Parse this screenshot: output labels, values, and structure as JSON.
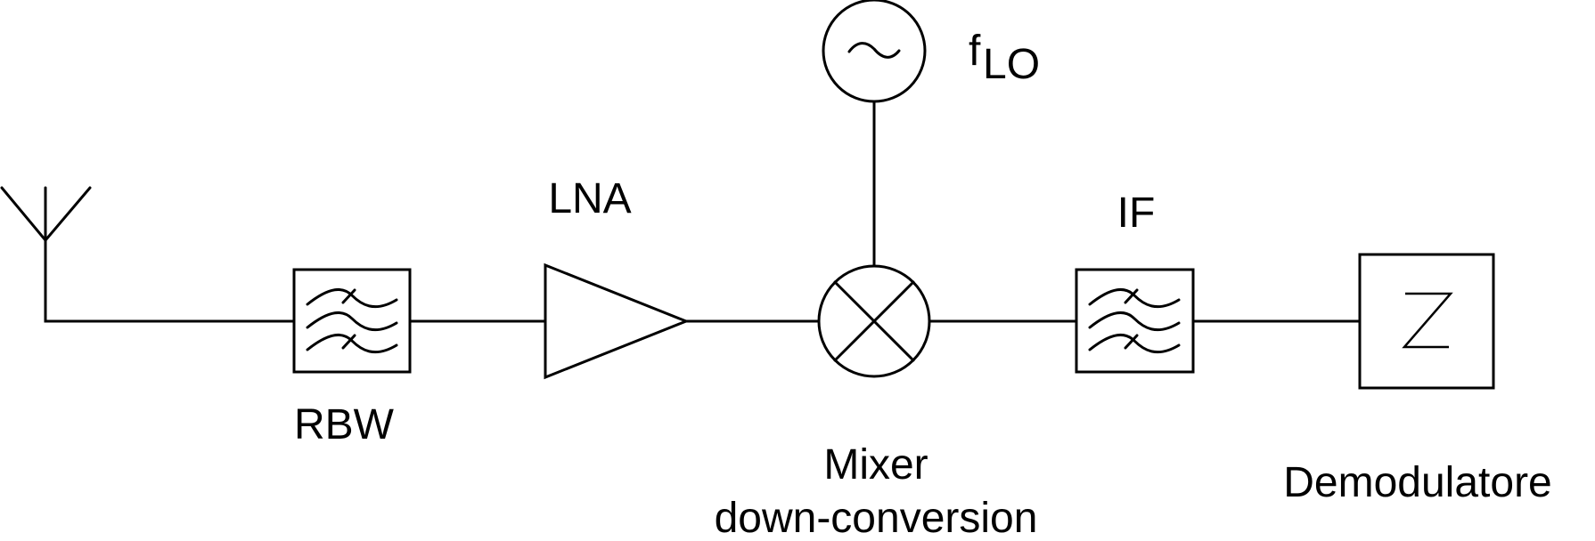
{
  "diagram": {
    "title": "Receiver block diagram (superheterodyne)",
    "colors": {
      "stroke": "#000000",
      "background": "#ffffff"
    },
    "blocks": [
      {
        "id": "antenna",
        "icon": "antenna-icon",
        "label": ""
      },
      {
        "id": "rbw",
        "icon": "bandpass-filter-icon",
        "label": "RBW"
      },
      {
        "id": "lna",
        "icon": "amplifier-triangle-icon",
        "label": "LNA"
      },
      {
        "id": "mixer",
        "icon": "mixer-cross-circle-icon",
        "label_line1": "Mixer",
        "label_line2": "down-conversion"
      },
      {
        "id": "lo",
        "icon": "oscillator-sine-icon",
        "label_main": "f",
        "label_sub": "LO"
      },
      {
        "id": "if",
        "icon": "bandpass-filter-icon",
        "label": "IF"
      },
      {
        "id": "demod",
        "icon": "demodulator-z-icon",
        "label": "Demodulatore"
      }
    ],
    "connections": [
      {
        "from": "antenna",
        "to": "rbw"
      },
      {
        "from": "rbw",
        "to": "lna"
      },
      {
        "from": "lna",
        "to": "mixer"
      },
      {
        "from": "lo",
        "to": "mixer"
      },
      {
        "from": "mixer",
        "to": "if"
      },
      {
        "from": "if",
        "to": "demod"
      }
    ]
  }
}
